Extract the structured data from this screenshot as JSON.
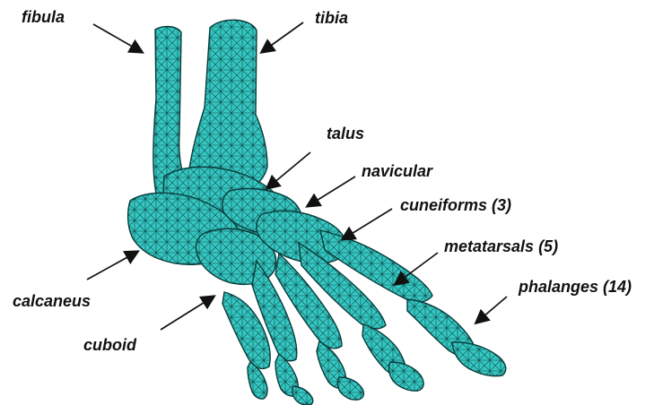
{
  "colors": {
    "bone_fill": "#35c6c1",
    "bone_fill_dark": "#1f8f8c",
    "mesh_line": "#083b3a",
    "arrow": "#111111",
    "text": "#111111",
    "background": "#ffffff"
  },
  "labels": {
    "fibula": "fibula",
    "tibia": "tibia",
    "talus": "talus",
    "navicular": "navicular",
    "cuneiforms": "cuneiforms (3)",
    "metatarsals": "metatarsals (5)",
    "calcaneus": "calcaneus",
    "phalanges": "phalanges (14)",
    "cuboid": "cuboid"
  }
}
